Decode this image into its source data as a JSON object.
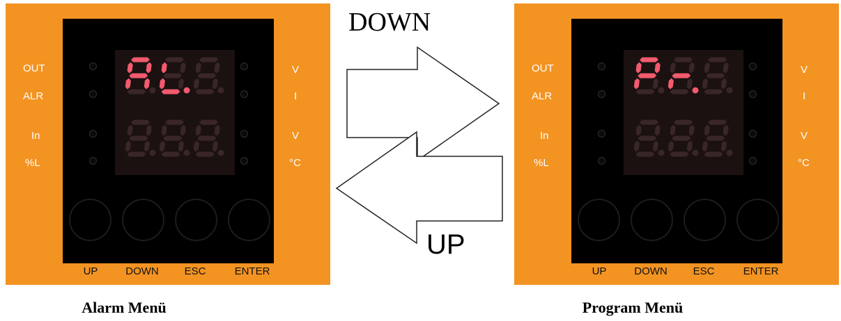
{
  "arrows": {
    "down_label": "DOWN",
    "up_label": "UP"
  },
  "panels": [
    {
      "caption": "Alarm Menü",
      "display_top": "AL.",
      "display_bottom": "888",
      "left_labels": [
        "OUT",
        "ALR",
        "In",
        "%L"
      ],
      "right_labels": [
        "V",
        "I",
        "V",
        "°C"
      ],
      "keys": [
        "UP",
        "DOWN",
        "ESC",
        "ENTER"
      ]
    },
    {
      "caption": "Program Menü",
      "display_top": "Pr.",
      "display_bottom": "888",
      "left_labels": [
        "OUT",
        "ALR",
        "In",
        "%L"
      ],
      "right_labels": [
        "V",
        "I",
        "V",
        "°C"
      ],
      "keys": [
        "UP",
        "DOWN",
        "ESC",
        "ENTER"
      ]
    }
  ],
  "colors": {
    "panel": "#f39322",
    "face": "#000000",
    "segment_on": "#f25a6e",
    "segment_off": "#3a2628"
  }
}
